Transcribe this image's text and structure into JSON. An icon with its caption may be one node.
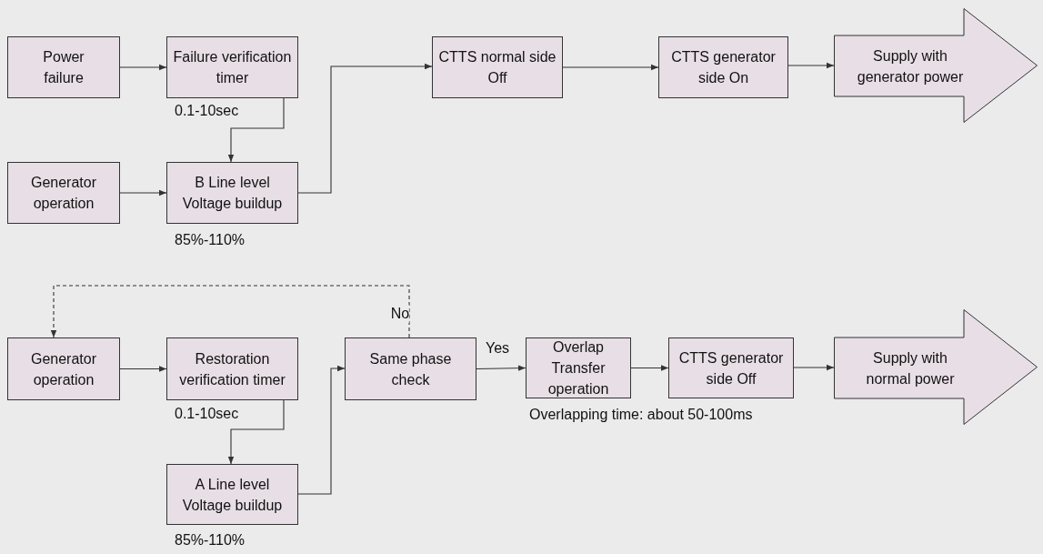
{
  "diagram": {
    "nodes": [
      {
        "text": [
          "Power failure"
        ]
      },
      {
        "text": [
          "Failure verification timer"
        ],
        "beside": [
          "0.1-10sec"
        ]
      },
      {
        "text": [
          "Generator operation"
        ]
      },
      {
        "text": [
          "B Line level Voltage buildup"
        ],
        "beside": [
          "85%-110%"
        ]
      },
      {
        "text": [
          "CTTS normal side Off"
        ]
      },
      {
        "text": [
          "CTTS generator side On"
        ]
      },
      {
        "text": [
          "Supply with generator power"
        ]
      },
      {
        "text": [
          "Generator operation"
        ]
      },
      {
        "text": [
          "Restoration verification timer"
        ],
        "beside": [
          "0.1-10sec"
        ]
      },
      {
        "text": [
          "A Line level Voltage buildup"
        ],
        "beside": [
          "85%-110%"
        ]
      },
      {
        "text": [
          "Same phase check"
        ]
      },
      {
        "text": [
          "Overlap Transfer operation"
        ],
        "beside": [
          "Overlapping time: about 50-100ms"
        ]
      },
      {
        "text": [
          "CTTS generator side Off"
        ]
      },
      {
        "text": [
          "Supply with normal power"
        ]
      }
    ],
    "edges": [
      {
        "from": 0,
        "to": 1,
        "arrow": "to"
      },
      {
        "from": 1,
        "to": 3,
        "arrow": "to"
      },
      {
        "from": 2,
        "to": 3,
        "arrow": "to"
      },
      {
        "from": 3,
        "to": 4,
        "arrow": "to"
      },
      {
        "from": 4,
        "to": 5,
        "arrow": "to"
      },
      {
        "from": 5,
        "to": 6,
        "arrow": "to"
      },
      {
        "from": 7,
        "to": 8,
        "arrow": "to"
      },
      {
        "from": 8,
        "to": 9,
        "arrow": "to"
      },
      {
        "from": 9,
        "to": 10,
        "arrow": "to"
      },
      {
        "from": 10,
        "to": 11,
        "label": "Yes",
        "arrow": "to"
      },
      {
        "from": 11,
        "to": 12,
        "arrow": "to"
      },
      {
        "from": 12,
        "to": 13,
        "arrow": "to"
      },
      {
        "from": 10,
        "to": 7,
        "label": "No",
        "arrow": "to",
        "style": "dashed"
      }
    ]
  }
}
